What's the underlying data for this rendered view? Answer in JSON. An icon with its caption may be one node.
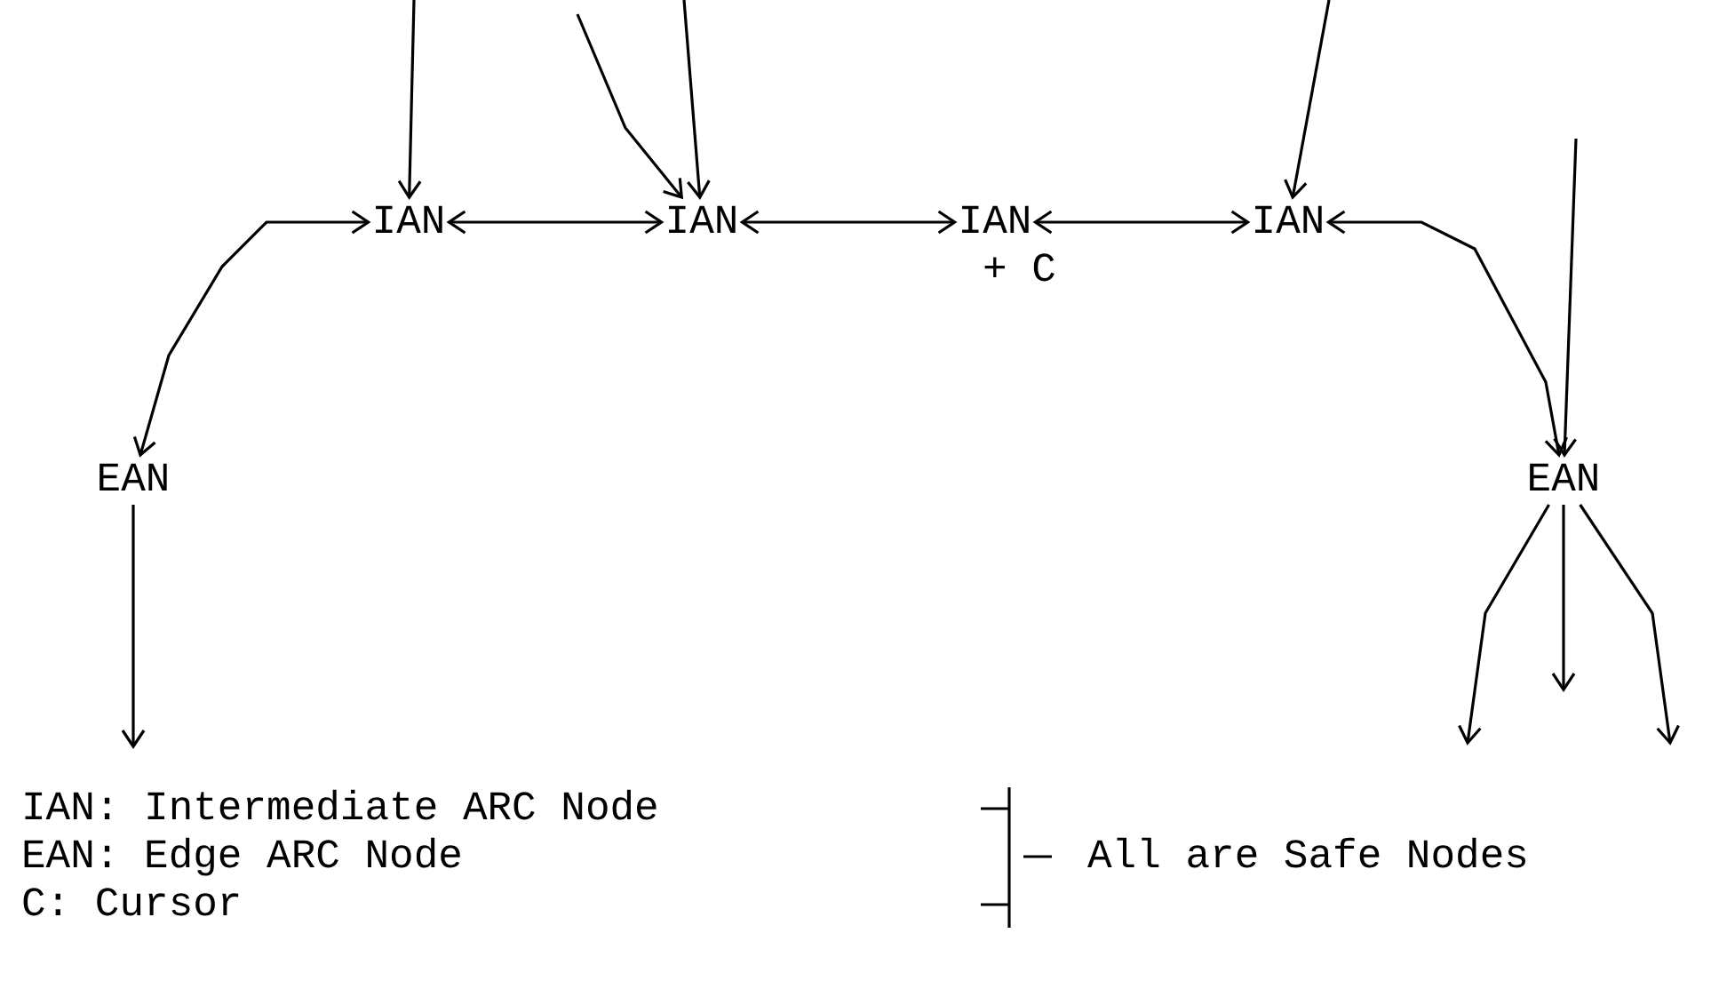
{
  "diagram": {
    "nodes": [
      {
        "text": [
          "IAN"
        ]
      },
      {
        "text": [
          "IAN"
        ]
      },
      {
        "text": [
          "IAN"
        ],
        "beside": [
          "+ C"
        ]
      },
      {
        "text": [
          "IAN"
        ]
      },
      {
        "text": [
          "EAN"
        ]
      },
      {
        "text": [
          "EAN"
        ]
      }
    ],
    "edges": [
      {
        "from": null,
        "to": 0,
        "arrow": "to"
      },
      {
        "from": null,
        "to": 1,
        "arrow": "to"
      },
      {
        "from": null,
        "to": 1,
        "arrow": "to"
      },
      {
        "from": 0,
        "to": 1,
        "arrow": "both"
      },
      {
        "from": 1,
        "to": 2,
        "arrow": "both"
      },
      {
        "from": 2,
        "to": 3,
        "arrow": "both"
      },
      {
        "from": null,
        "to": 3,
        "arrow": "to"
      },
      {
        "from": null,
        "to": 5,
        "arrow": "to"
      },
      {
        "from": 4,
        "to": 0,
        "arrow": "both"
      },
      {
        "from": 3,
        "to": 5,
        "arrow": "both"
      },
      {
        "from": 4,
        "to": null,
        "arrow": "to"
      },
      {
        "from": 5,
        "to": null,
        "arrow": "to"
      },
      {
        "from": 5,
        "to": null,
        "arrow": "to"
      },
      {
        "from": 5,
        "to": null,
        "arrow": "to"
      }
    ],
    "labels": [
      "IAN: Intermediate ARC Node",
      "EAN: Edge ARC Node",
      "C: Cursor",
      "All are Safe Nodes"
    ]
  }
}
